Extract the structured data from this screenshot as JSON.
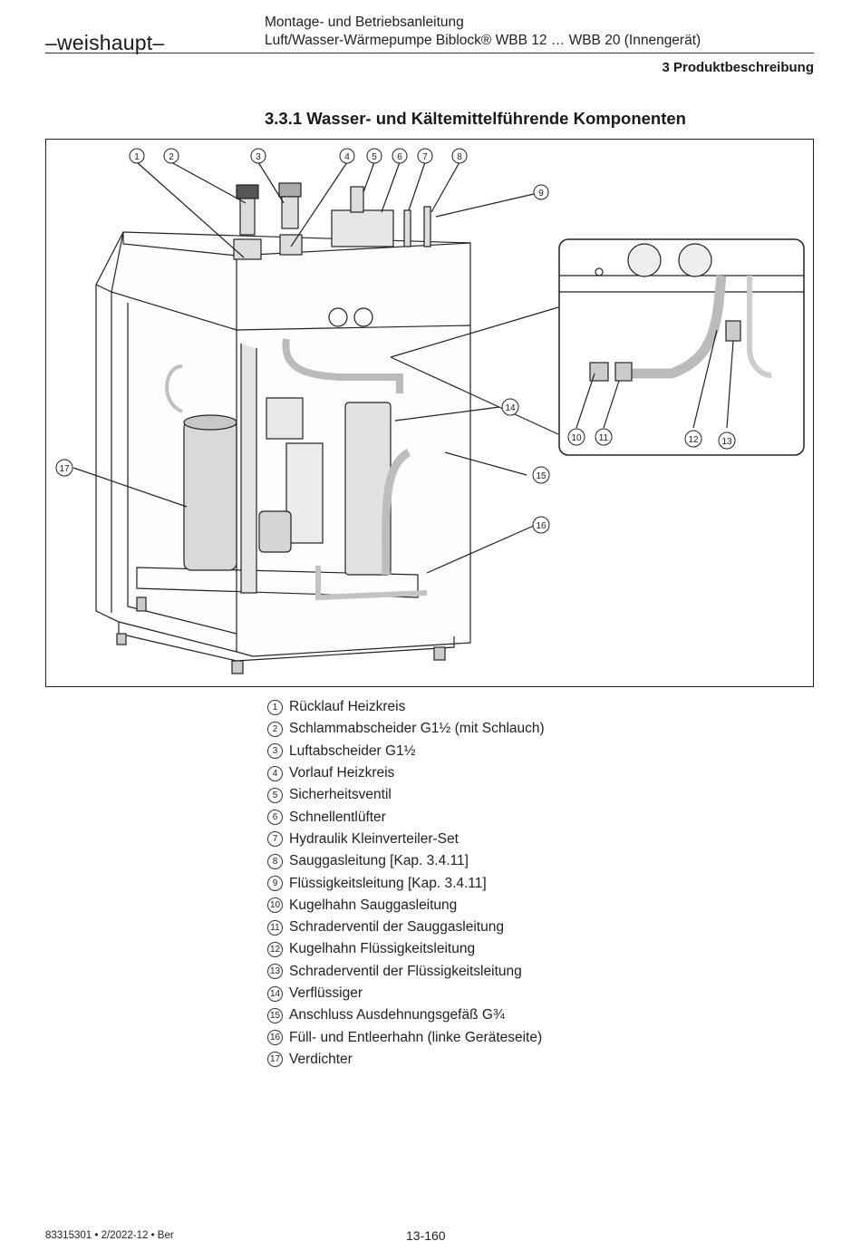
{
  "header": {
    "logo": "weishaupt",
    "doc_line1": "Montage- und Betriebsanleitung",
    "doc_line2": "Luft/Wasser-Wärmepumpe Biblock® WBB 12 … WBB 20 (Innengerät)",
    "chapter": "3 Produktbeschreibung"
  },
  "section": {
    "title": "3.3.1 Wasser- und Kältemittelführende Komponenten"
  },
  "figure": {
    "callouts": [
      "1",
      "2",
      "3",
      "4",
      "5",
      "6",
      "7",
      "8",
      "9",
      "10",
      "11",
      "12",
      "13",
      "14",
      "15",
      "16",
      "17"
    ]
  },
  "legend": [
    {
      "num": "1",
      "label": "Rücklauf Heizkreis"
    },
    {
      "num": "2",
      "label": "Schlammabscheider G1½ (mit Schlauch)"
    },
    {
      "num": "3",
      "label": "Luftabscheider G1½"
    },
    {
      "num": "4",
      "label": "Vorlauf Heizkreis"
    },
    {
      "num": "5",
      "label": "Sicherheitsventil"
    },
    {
      "num": "6",
      "label": "Schnellentlüfter"
    },
    {
      "num": "7",
      "label": "Hydraulik Kleinverteiler-Set"
    },
    {
      "num": "8",
      "label": "Sauggasleitung [Kap. 3.4.11]"
    },
    {
      "num": "9",
      "label": "Flüssigkeitsleitung [Kap. 3.4.11]"
    },
    {
      "num": "10",
      "label": "Kugelhahn Sauggasleitung"
    },
    {
      "num": "11",
      "label": "Schraderventil der Sauggasleitung"
    },
    {
      "num": "12",
      "label": "Kugelhahn Flüssigkeitsleitung"
    },
    {
      "num": "13",
      "label": "Schraderventil der Flüssigkeitsleitung"
    },
    {
      "num": "14",
      "label": "Verflüssiger"
    },
    {
      "num": "15",
      "label": "Anschluss Ausdehnungsgefäß G¾"
    },
    {
      "num": "16",
      "label": "Füll- und Entleerhahn (linke Geräteseite)"
    },
    {
      "num": "17",
      "label": "Verdichter"
    }
  ],
  "footer": {
    "doc_number": "83315301 • 2/2022-12 • Ber",
    "page": "13-160"
  }
}
